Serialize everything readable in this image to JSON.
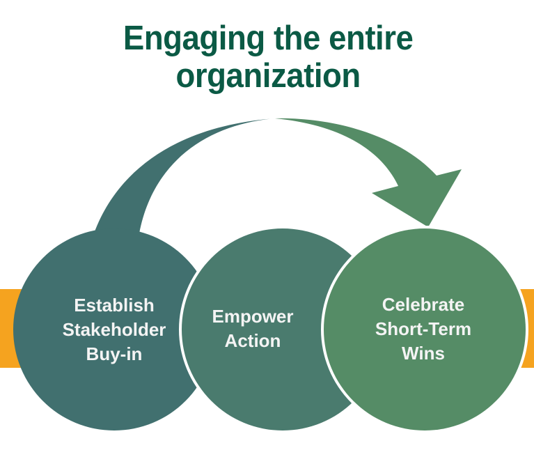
{
  "title": {
    "line1": "Engaging the entire",
    "line2": "organization"
  },
  "colors": {
    "title": "#0b5a45",
    "accent_bar": "#f5a31f",
    "circle_1": "#41706f",
    "circle_2": "#4a7b6e",
    "circle_3": "#558c66",
    "arrow_start": "#41706f",
    "arrow_end": "#558c66",
    "label_text": "#f4f4f4"
  },
  "steps": [
    {
      "lines": [
        "Establish",
        "Stakeholder",
        "Buy-in"
      ]
    },
    {
      "lines": [
        "Empower",
        "Action"
      ]
    },
    {
      "lines": [
        "Celebrate",
        "Short-Term",
        "Wins"
      ]
    }
  ],
  "icons": {
    "arrow": "curved-arrow-icon"
  }
}
